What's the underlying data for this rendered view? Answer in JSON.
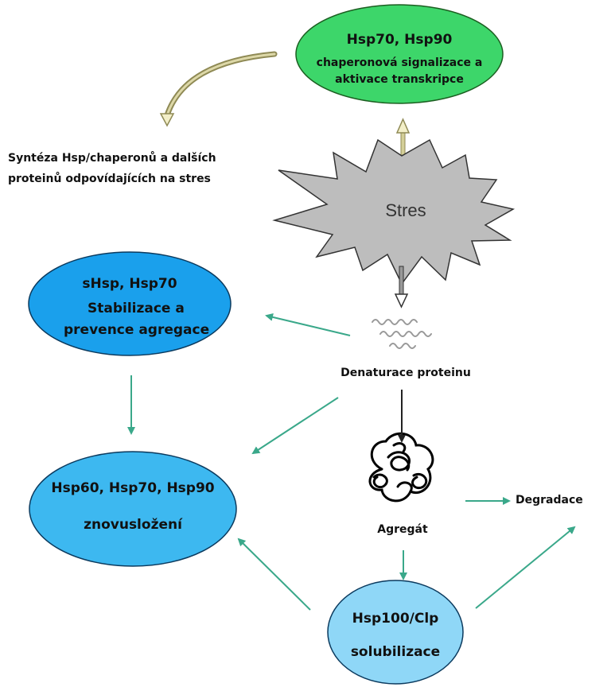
{
  "nodes": {
    "hsp70_hsp90": {
      "line1": "Hsp70, Hsp90",
      "line2": "chaperonová signalizace a",
      "line3": "aktivace transkripce",
      "color": "#3dd66a"
    },
    "synthesis": {
      "line1": "Syntéza Hsp/chaperonů a dalších",
      "line2": "proteinů odpovídajících na stres"
    },
    "stres": {
      "label": "Stres",
      "color": "#bdbdbd"
    },
    "shsp": {
      "line1": "sHsp, Hsp70",
      "line2": "Stabilizace a",
      "line3": "prevence agregace",
      "color": "#1aa0ec"
    },
    "denaturation": {
      "label": "Denaturace proteinu"
    },
    "refolding": {
      "line1": "Hsp60, Hsp70, Hsp90",
      "line2": "znovusložení",
      "color": "#3db8f0"
    },
    "aggregate": {
      "label": "Agregát"
    },
    "degradation": {
      "label": "Degradace"
    },
    "solubilization": {
      "line1": "Hsp100/Clp",
      "line2": "solubilizace",
      "color": "#8fd7f7"
    }
  },
  "colors": {
    "teal_arrow": "#3aa88a",
    "dark_arrow": "#222222",
    "olive_arrow": "#b3ad7a"
  }
}
